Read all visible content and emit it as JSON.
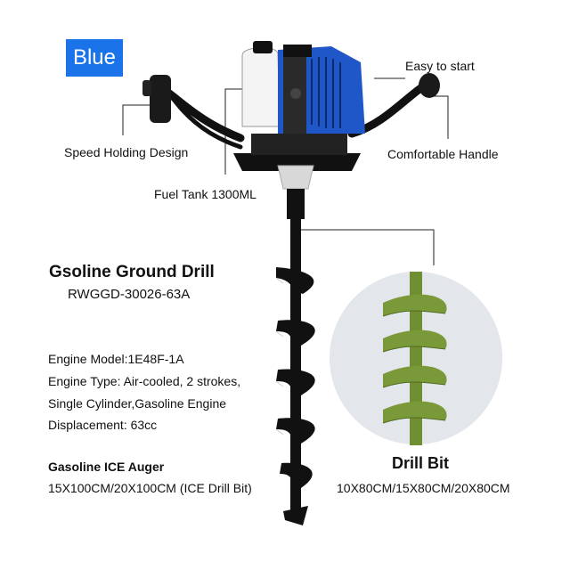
{
  "badge": {
    "label": "Blue",
    "color": "#1a73e8"
  },
  "callouts": {
    "easy_start": "Easy to start",
    "speed_holding": "Speed Holding Design",
    "comfortable_handle": "Comfortable Handle",
    "fuel_tank": "Fuel Tank 1300ML"
  },
  "product": {
    "title": "Gsoline Ground Drill",
    "model": "RWGGD-30026-63A"
  },
  "specs": [
    "Engine Model:1E48F-1A",
    "Engine Type: Air-cooled, 2 strokes,",
    "Single Cylinder,Gasoline Engine",
    "Displacement: 63cc"
  ],
  "auger": {
    "title": "Gasoline ICE Auger",
    "sizes": "15X100CM/20X100CM (ICE Drill Bit)"
  },
  "drill_bit": {
    "title": "Drill Bit",
    "sizes": "10X80CM/15X80CM/20X80CM",
    "color": "#7a9a3a"
  },
  "colors": {
    "engine_blue": "#1f57c8",
    "frame_black": "#111111"
  }
}
